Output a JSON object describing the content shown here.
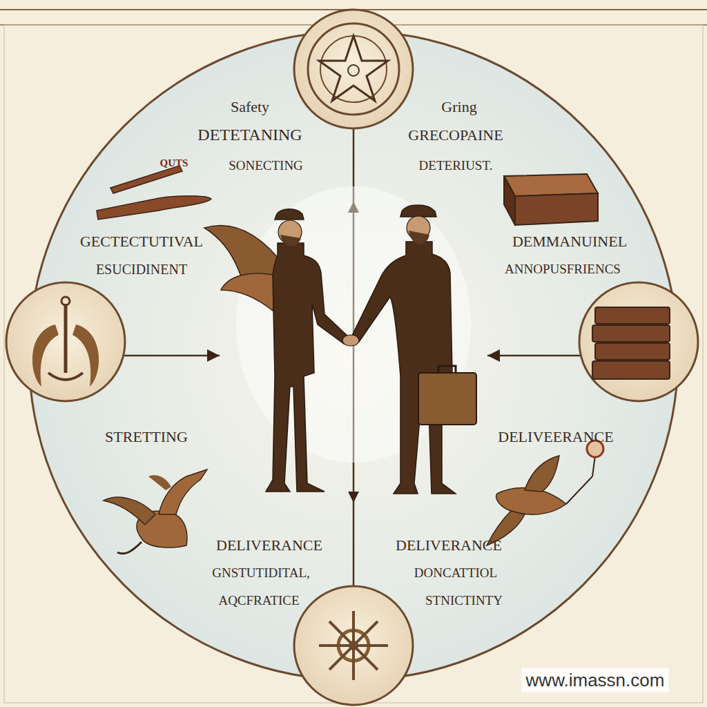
{
  "diagram": {
    "labels": [
      "Safety",
      "DETETANING",
      "SONECTING",
      "Gring",
      "GRECOPAINE",
      "DETERIUST.",
      "QUTS",
      "GECTECTUTIVAL",
      "ESUCIDINENT",
      "DEMMANUINEL",
      "ANNOPUSFRIENCS",
      "STRETTING",
      "DELIVEERANCE",
      "DELIVERANCE",
      "GNSTUTIDITAL,",
      "AQCFRATICE",
      "DELIVERANCE",
      "DONCATTIOL",
      "STNICTINTY",
      "www.imassn.com"
    ]
  }
}
